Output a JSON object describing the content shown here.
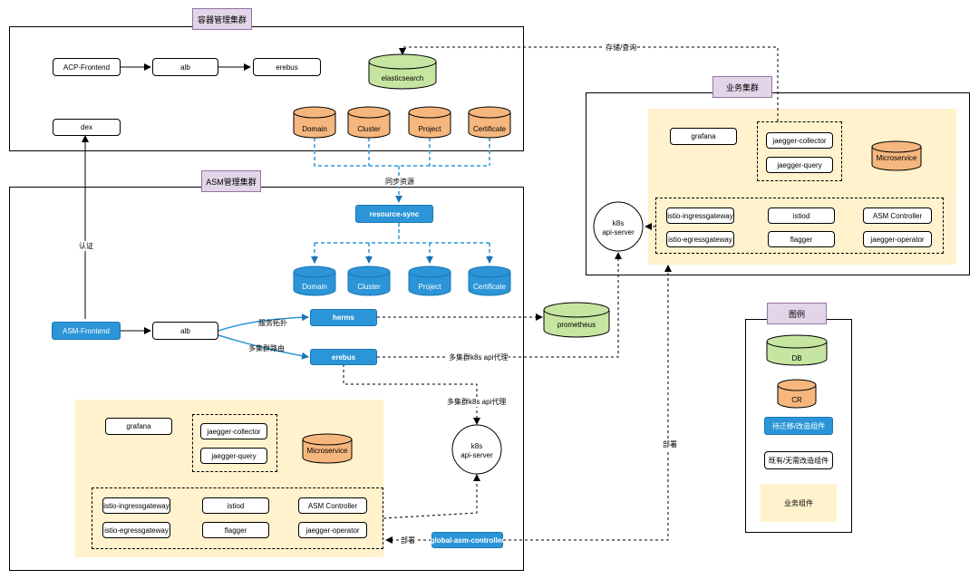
{
  "container_cluster": {
    "title": "容器管理集群",
    "acp_frontend": "ACP-Frontend",
    "alb": "alb",
    "erebus": "erebus",
    "dex": "dex",
    "elasticsearch": "elasticsearch",
    "crs": [
      "Domain",
      "Cluster",
      "Project",
      "Certificate"
    ]
  },
  "asm_cluster": {
    "title": "ASM管理集群",
    "resource_sync": "resource-sync",
    "synced_crs": [
      "Domain",
      "Cluster",
      "Project",
      "Certificate"
    ],
    "asm_frontend": "ASM-Frontend",
    "alb": "alb",
    "herms": "herms",
    "erebus": "erebus",
    "api_server": "k8s\napi-server",
    "global_asm_controller": "global-asm-controller",
    "mesh": {
      "grafana": "grafana",
      "jaeger_collector": "jaegger-collector",
      "jaeger_query": "jaegger-query",
      "microservice": "Microservice",
      "components": [
        "istio-ingressgateway",
        "istiod",
        "ASM Controller",
        "istio-egressgateway",
        "flagger",
        "jaegger-operator"
      ]
    }
  },
  "business_cluster": {
    "title": "业务集群",
    "api_server": "k8s\napi-server",
    "mesh": {
      "grafana": "grafana",
      "jaeger_collector": "jaegger-collector",
      "jaeger_query": "jaegger-query",
      "microservice": "Microservice",
      "components": [
        "istio-ingressgateway",
        "istiod",
        "ASM Controller",
        "istio-egressgateway",
        "flagger",
        "jaegger-operator"
      ]
    }
  },
  "prometheus": "prometheus",
  "edge_labels": {
    "storage_query": "存储/查询",
    "sync_resources": "同步资源",
    "auth": "认证",
    "service_topology": "服务拓扑",
    "multi_cluster_routing": "多集群路由",
    "multi_cluster_api_proxy": "多集群k8s api代理",
    "multi_cluster_api_proxy_2": "多集群k8s api代理",
    "deploy": "部署",
    "deploy_2": "部署"
  },
  "legend": {
    "title": "图例",
    "db": "DB",
    "cr": "CR",
    "to_migrate": "待迁移/改造组件",
    "existing": "既有/无需改造组件",
    "business": "业务组件"
  },
  "colors": {
    "blue": "#2b95d7",
    "orange": "#f5b77e",
    "green": "#c6e5a0",
    "yellow": "#fff2cc",
    "purple": "#e1d5e7"
  }
}
